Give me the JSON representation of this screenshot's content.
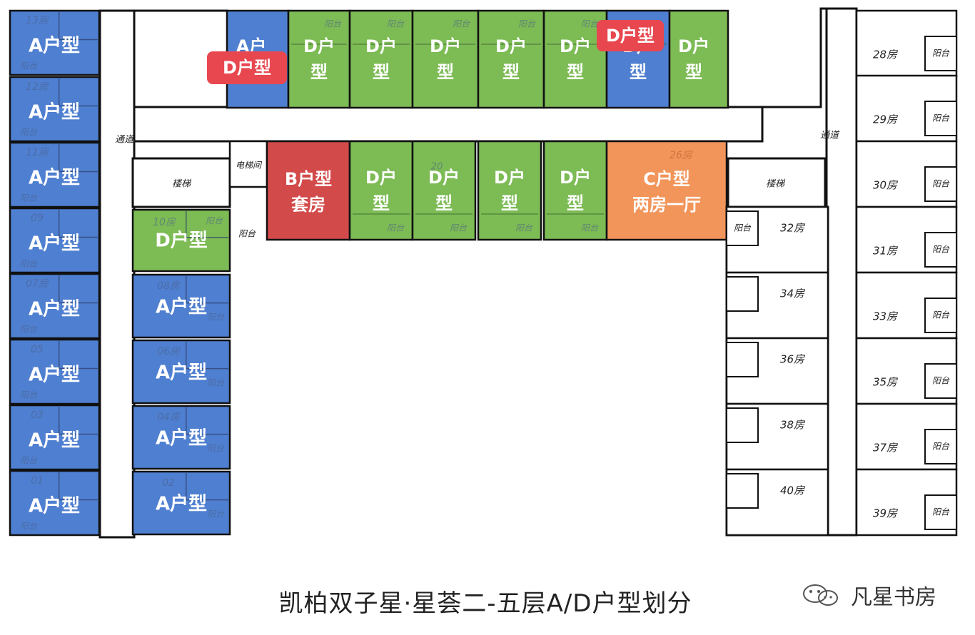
{
  "caption": "凯柏双子星·星荟二-五层A/D户型划分",
  "watermark": "凡星书房",
  "colors": {
    "A": "#4f7fd0",
    "D": "#7dbb55",
    "B": "#d24a4a",
    "C": "#f2955a",
    "tag": "#e8474f",
    "wall": "#111111"
  },
  "labels": {
    "A": "A户型",
    "D": "D户型",
    "D_line1": "D户",
    "D_line2": "型",
    "A_partial": "A户",
    "B_line1": "B户型",
    "B_line2": "套房",
    "C_line1": "C户型",
    "C_line2": "两房一厅",
    "corridor": "通道",
    "balcony": "阳台",
    "elevator": "电梯间",
    "stair_left": "楼梯",
    "stair_right": "楼梯"
  },
  "callouts": [
    "D户型",
    "D户型"
  ],
  "room_numbers": {
    "left_column": [
      "13房",
      "12房",
      "11房",
      "09",
      "07房",
      "05",
      "03",
      "01"
    ],
    "inner_column": [
      "10房",
      "08房",
      "06房",
      "04房",
      "02"
    ],
    "right_inner": [
      "32房",
      "34房",
      "36房",
      "38房",
      "40房"
    ],
    "right_outer": [
      "28房",
      "29房",
      "30房",
      "31房",
      "33房",
      "35房",
      "37房",
      "39房"
    ],
    "c_unit": "26房",
    "middle_faint": "20"
  }
}
